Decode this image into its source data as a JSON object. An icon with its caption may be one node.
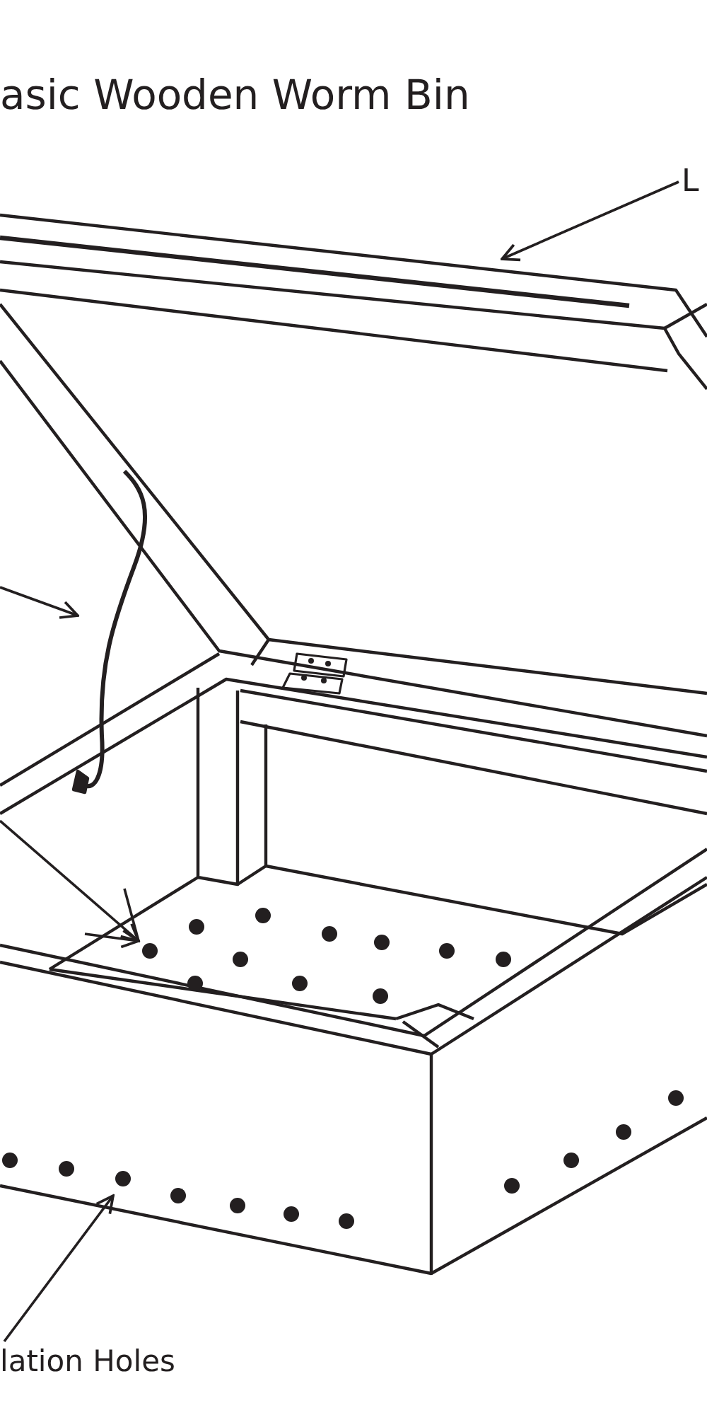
{
  "diagram": {
    "title": "asic Wooden Worm Bin",
    "nodes": [
      {
        "text": [
          "L"
        ]
      },
      {
        "text": [
          "lation Holes"
        ]
      }
    ],
    "edges": [
      {
        "from": 0,
        "to": null,
        "arrow": "to"
      },
      {
        "from": 1,
        "to": null,
        "arrow": "to"
      }
    ]
  }
}
